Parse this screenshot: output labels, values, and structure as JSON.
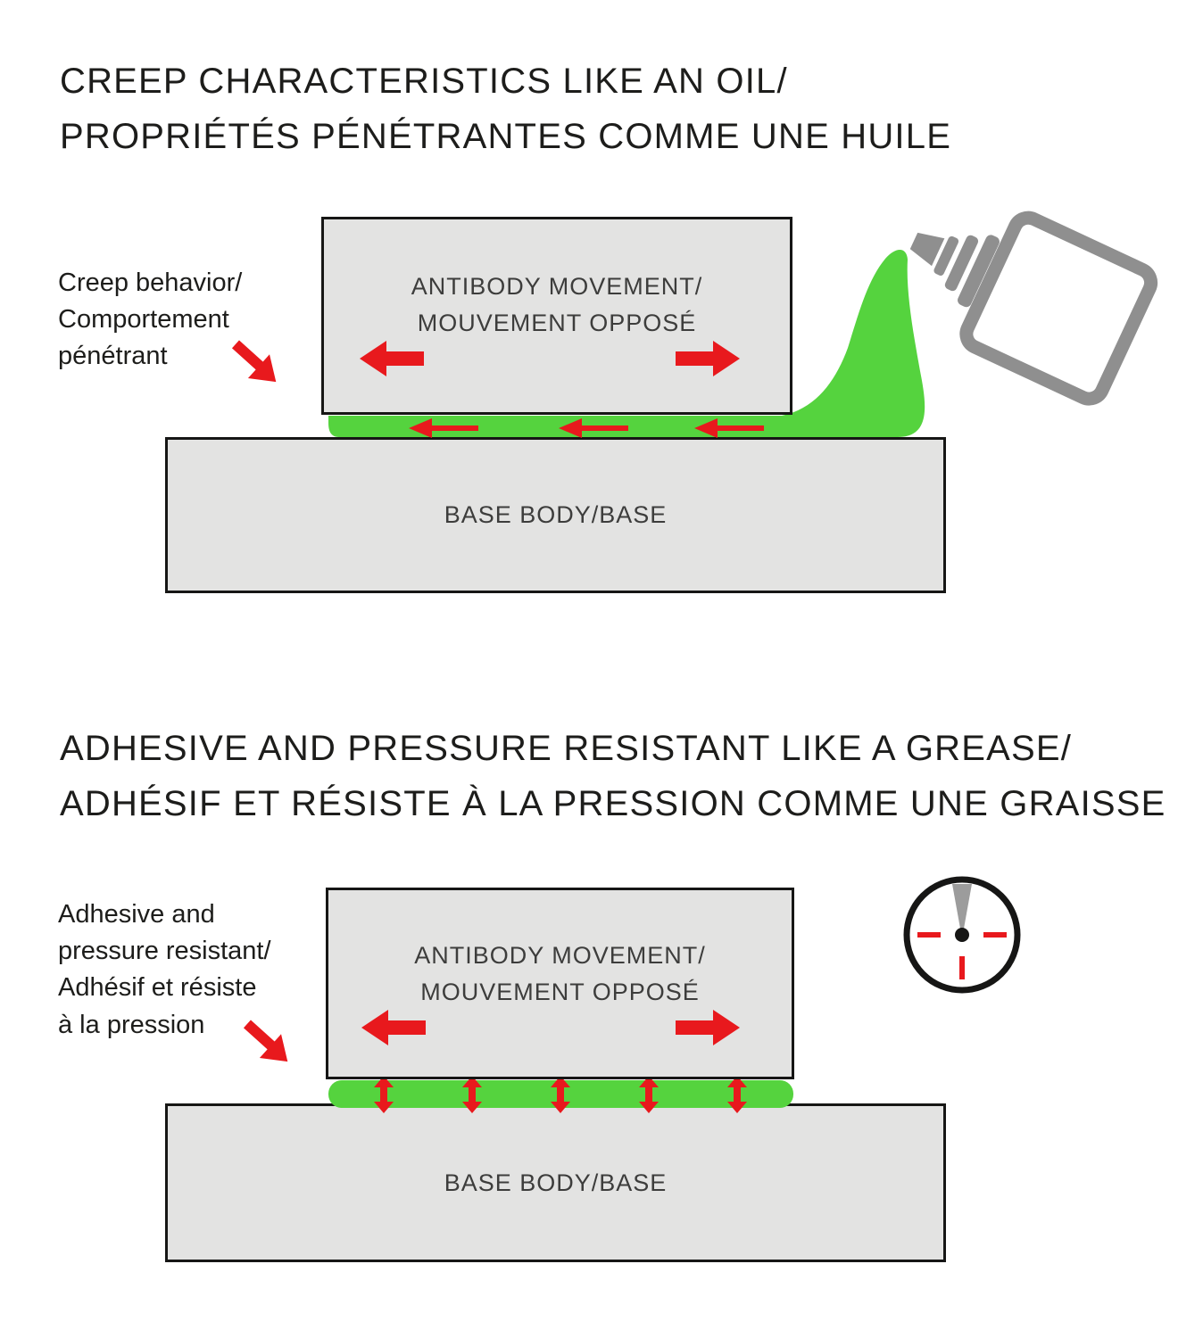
{
  "colors": {
    "lubricant_green": "#55d33e",
    "arrow_red": "#e8191d",
    "block_gray": "#e3e3e2",
    "border_black": "#161615",
    "icon_gray": "#8f8f8f",
    "text_dark": "#1d1d1b"
  },
  "sections": {
    "oil": {
      "title_line1": "CREEP CHARACTERISTICS LIKE AN OIL/",
      "title_line2": "PROPRIÉTÉS PÉNÉTRANTES COMME UNE HUILE",
      "side_label": "Creep behavior/\nComportement\npénétrant",
      "moving_block_line1": "ANTIBODY MOVEMENT/",
      "moving_block_line2": "MOUVEMENT OPPOSÉ",
      "base_block_label": "BASE BODY/BASE"
    },
    "grease": {
      "title_line1": "ADHESIVE AND PRESSURE RESISTANT LIKE A GREASE/",
      "title_line2": "ADHÉSIF ET RÉSISTE À LA PRESSION COMME UNE GRAISSE",
      "side_label": "Adhesive and\npressure resistant/\nAdhésif et résiste\nà la pression",
      "moving_block_line1": "ANTIBODY MOVEMENT/",
      "moving_block_line2": "MOUVEMENT OPPOSÉ",
      "base_block_label": "BASE BODY/BASE"
    }
  }
}
